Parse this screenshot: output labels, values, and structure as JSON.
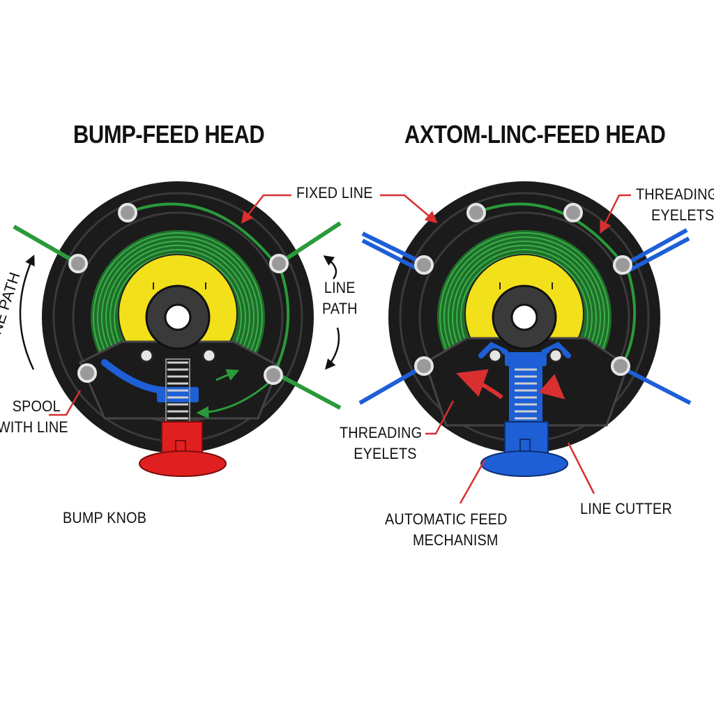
{
  "titles": {
    "left": "BUMP-FEED HEAD",
    "right": "AXTOM-LINC-FEED HEAD"
  },
  "labels": {
    "fixed_line": "FIXED LINE",
    "line_path_left": "INE PATH",
    "line_path_right_1": "LINE",
    "line_path_right_2": "PATH",
    "spool_1": "SPOOL",
    "spool_2": "WITH LINE",
    "bump_knob": "BUMP KNOB",
    "threading_eyelets_right_1": "THREADING",
    "threading_eyelets_right_2": "EYELETS",
    "threading_eyelets_center_1": "THREADING",
    "threading_eyelets_center_2": "EYELETS",
    "auto_feed_1": "AUTOMATIC FEED",
    "auto_feed_2": "MECHANISM",
    "line_cutter": "LINE CUTTER"
  },
  "colors": {
    "housing": "#1b1b1b",
    "housing_ring": "#3a3a3a",
    "spool_green": "#2a8a3a",
    "hub_yellow": "#f2e11a",
    "bump_knob_red": "#e02020",
    "auto_feed_blue": "#1e5fd6",
    "line_green": "#2a9a3a",
    "line_blue": "#1e5fd6",
    "leader_red": "#d83030"
  }
}
